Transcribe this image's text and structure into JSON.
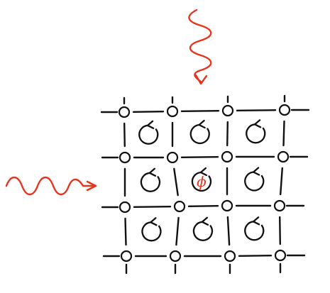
{
  "diagram": {
    "colors": {
      "ink": "#111111",
      "accent": "#e8341c"
    },
    "lattice": {
      "rows": 4,
      "cols": 4,
      "node_shape": "circle-icon",
      "plaquette_icon": "circular-arrow-icon",
      "plaquette_direction": "counterclockwise"
    },
    "flux_label": "ϕ",
    "incoming_waves": [
      {
        "name": "wave-from-top",
        "direction": "down"
      },
      {
        "name": "wave-from-left",
        "direction": "right"
      }
    ]
  }
}
